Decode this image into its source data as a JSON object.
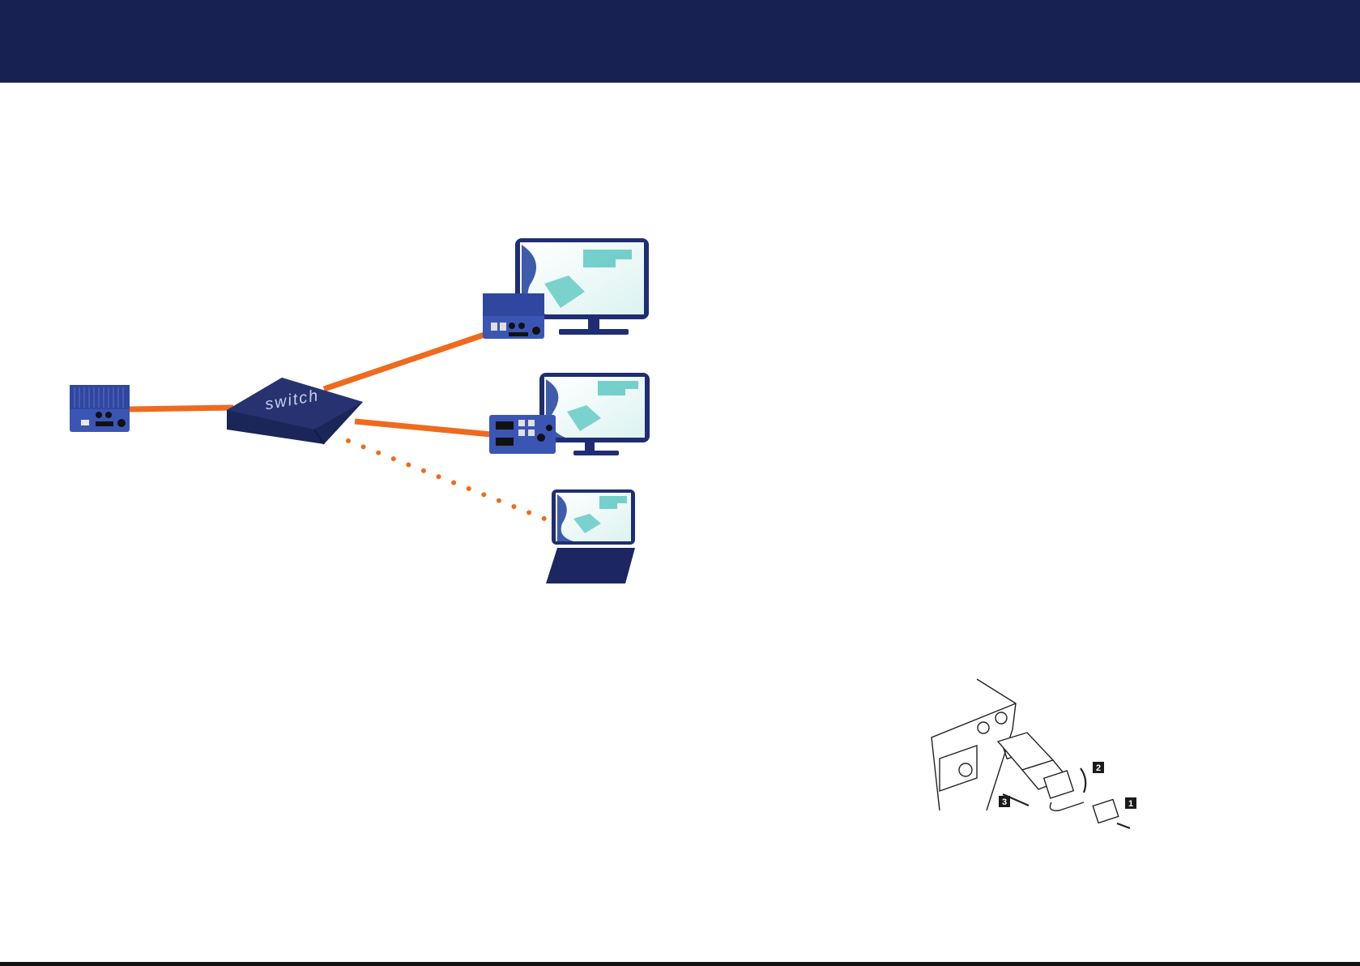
{
  "colors": {
    "header": "#172152",
    "device_blue": "#3b55b5",
    "device_dark": "#1f2e73",
    "switch_top": "#263370",
    "switch_side": "#1a2558",
    "cable": "#f06a1d",
    "screen_teal": "#5ec8c2",
    "screen_ink": "#1d3f9c",
    "laptop_base": "#1c2660"
  },
  "network_diagram": {
    "switch_label": "switch",
    "links": [
      {
        "from": "transmitter",
        "to": "switch",
        "style": "solid"
      },
      {
        "from": "switch",
        "to": "receiver-1",
        "style": "solid"
      },
      {
        "from": "switch",
        "to": "receiver-2",
        "style": "solid"
      },
      {
        "from": "switch",
        "to": "laptop",
        "style": "dotted"
      }
    ]
  },
  "install_figure": {
    "steps": [
      "1",
      "2",
      "3"
    ],
    "icons": [
      "sfp-module-icon",
      "dust-cap-icon",
      "latch-arrow-icon"
    ]
  }
}
